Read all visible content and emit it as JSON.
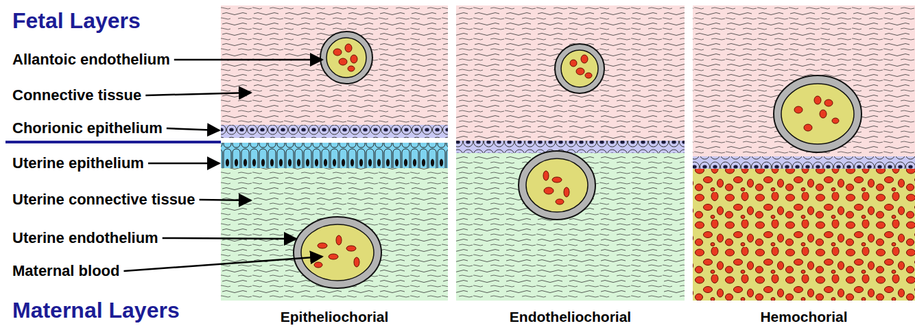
{
  "diagram": {
    "nodes": [
      {
        "text": [
          "Epitheliochorial"
        ]
      },
      {
        "text": [
          "Endotheliochorial"
        ]
      },
      {
        "text": [
          "Hemochorial"
        ]
      }
    ],
    "labels": [
      "Fetal Layers",
      "Allantoic endothelium",
      "Connective tissue",
      "Chorionic epithelium",
      "Uterine epithelium",
      "Uterine connective tissue",
      "Uterine endothelium",
      "Maternal blood",
      "Maternal Layers"
    ]
  }
}
